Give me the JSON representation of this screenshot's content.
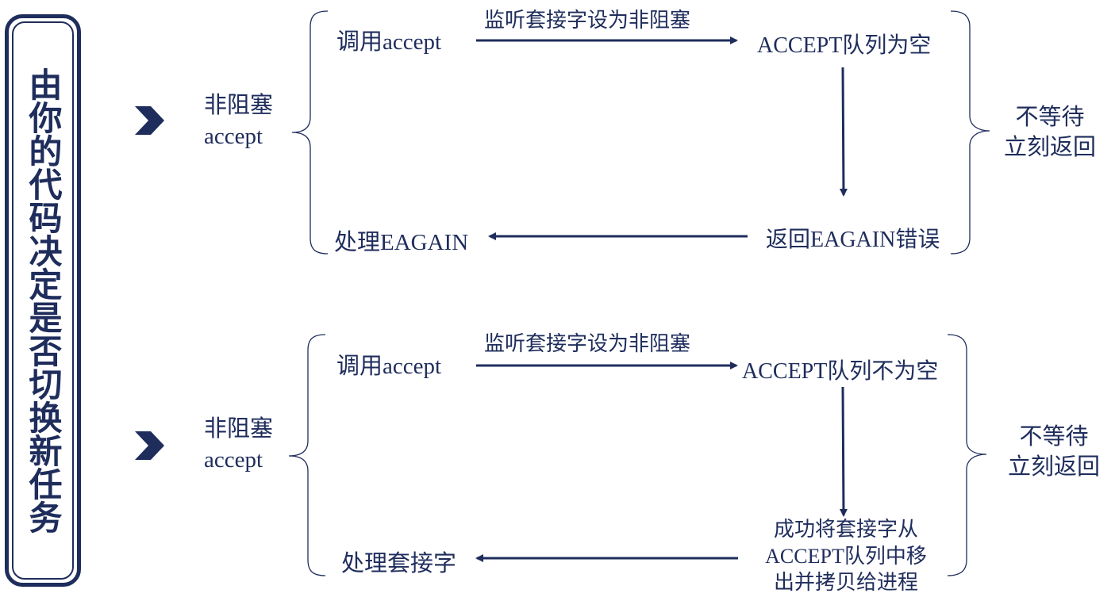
{
  "side_banner": {
    "text": "由你的代码决定是否切换新任务"
  },
  "colors": {
    "primary": "#1f2d5c",
    "background": "#ffffff"
  },
  "panels": [
    {
      "left_label": {
        "cjk": "非阻塞",
        "latin": "accept"
      },
      "call": {
        "cjk": "调用",
        "latin": "accept"
      },
      "transition_label": "监听套接字设为非阻塞",
      "queue_state": {
        "latin": "ACCEPT",
        "cjk": "队列为空"
      },
      "return_state": {
        "cjk_before": "返回",
        "latin": "EAGAIN",
        "cjk_after": "错误"
      },
      "handle": {
        "cjk": "处理",
        "latin": "EAGAIN"
      },
      "right_label": [
        "不等待",
        "立刻返回"
      ]
    },
    {
      "left_label": {
        "cjk": "非阻塞",
        "latin": "accept"
      },
      "call": {
        "cjk": "调用",
        "latin": "accept"
      },
      "transition_label": "监听套接字设为非阻塞",
      "queue_state": {
        "latin": "ACCEPT",
        "cjk": "队列不为空"
      },
      "result_lines": {
        "line1": "成功将套接字从",
        "line2_latin": "ACCEPT",
        "line2_cjk": "队列中移",
        "line3": "出并拷贝给进程"
      },
      "handle": {
        "cjk": "处理套接字"
      },
      "right_label": [
        "不等待",
        "立刻返回"
      ]
    }
  ]
}
